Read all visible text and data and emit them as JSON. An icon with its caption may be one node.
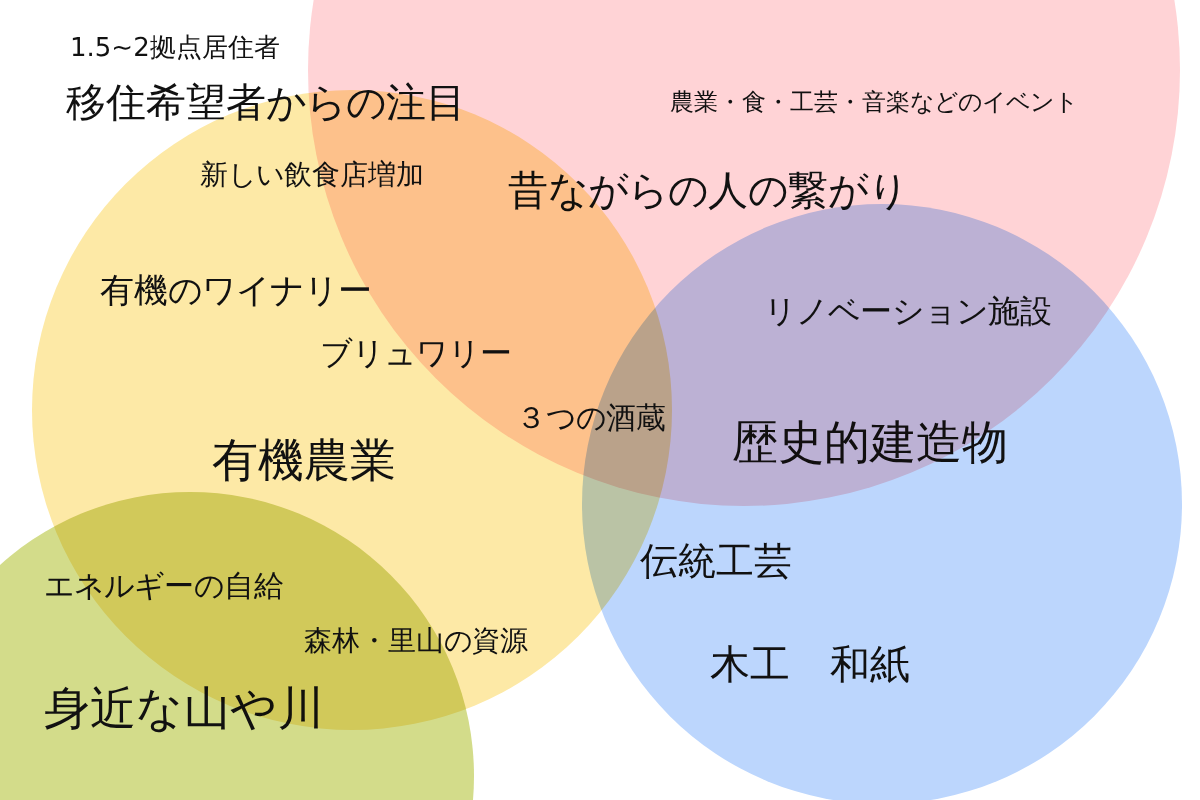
{
  "diagram": {
    "nodes": [
      {
        "text": [
          "昔ながらの人の繋がり"
        ]
      },
      {
        "text": [
          "有機農業"
        ]
      },
      {
        "text": [
          "歴史的建造物"
        ]
      },
      {
        "text": [
          "身近な山や川"
        ]
      }
    ],
    "edges": [],
    "labels": [
      "1.5~2拠点居住者",
      "移住希望者からの注目",
      "農業・食・工芸・音楽などのイベント",
      "新しい飲食店増加",
      "有機のワイナリー",
      "リノベーション施設",
      "ブリュワリー",
      "３つの酒蔵",
      "伝統工芸",
      "エネルギーの自給",
      "森林・里山の資源",
      "木工　和紙"
    ]
  }
}
